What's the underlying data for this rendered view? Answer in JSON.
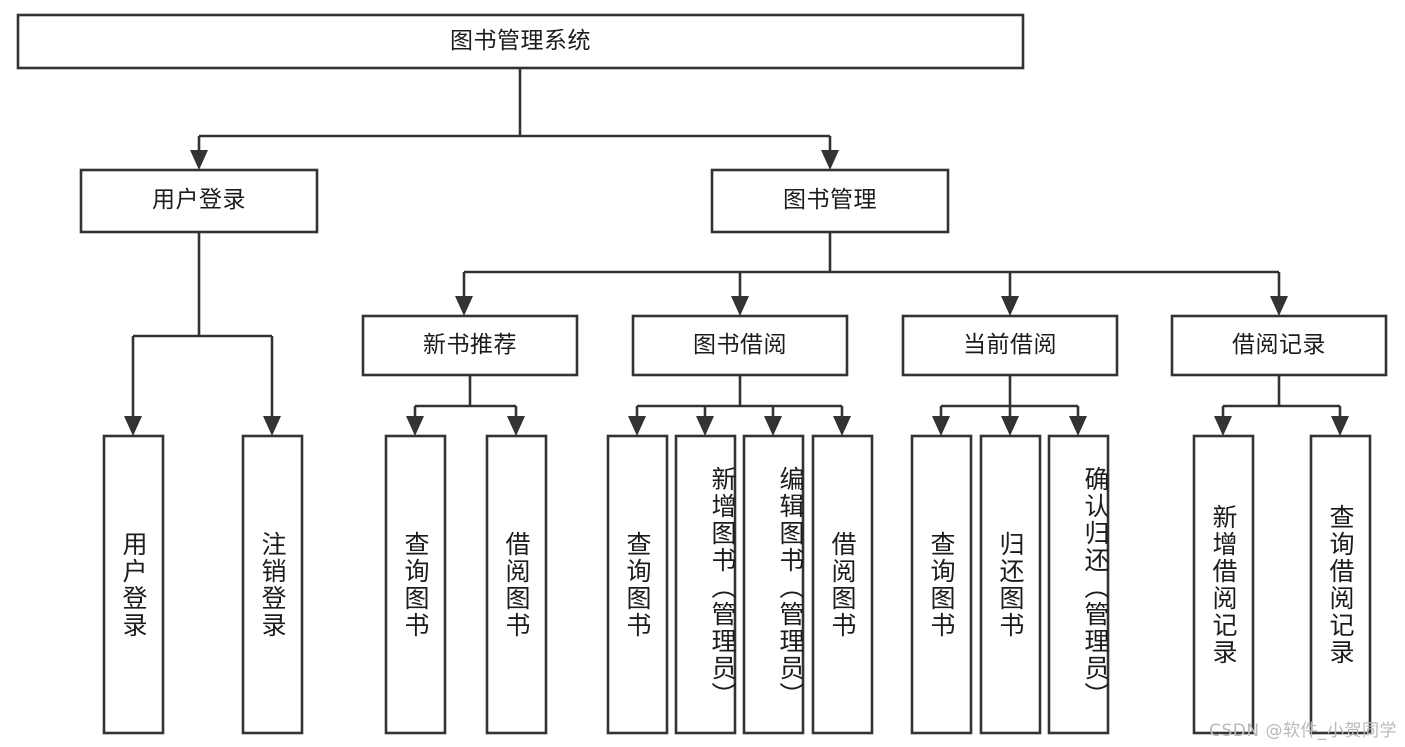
{
  "diagram": {
    "title": "图书管理系统",
    "type": "tree",
    "watermark": "CSDN @软件_小贺同学",
    "levels": {
      "root": {
        "label": "图书管理系统",
        "orientation": "horizontal"
      },
      "level2": [
        {
          "label": "用户登录",
          "orientation": "horizontal"
        },
        {
          "label": "图书管理",
          "orientation": "horizontal"
        }
      ],
      "level3": [
        {
          "label": "新书推荐",
          "orientation": "horizontal"
        },
        {
          "label": "图书借阅",
          "orientation": "horizontal"
        },
        {
          "label": "当前借阅",
          "orientation": "horizontal"
        },
        {
          "label": "借阅记录",
          "orientation": "horizontal"
        }
      ],
      "leaves": {
        "user_login": [
          {
            "label": "用户登录",
            "orientation": "vertical"
          },
          {
            "label": "注销登录",
            "orientation": "vertical"
          }
        ],
        "new_book_recommend": [
          {
            "label": "查询图书",
            "orientation": "vertical"
          },
          {
            "label": "借阅图书",
            "orientation": "vertical"
          }
        ],
        "book_borrow": [
          {
            "label": "查询图书",
            "orientation": "vertical"
          },
          {
            "label": "新增图书（管理员）",
            "orientation": "vertical"
          },
          {
            "label": "编辑图书（管理员）",
            "orientation": "vertical"
          },
          {
            "label": "借阅图书",
            "orientation": "vertical"
          }
        ],
        "current_borrow": [
          {
            "label": "查询图书",
            "orientation": "vertical"
          },
          {
            "label": "归还图书",
            "orientation": "vertical"
          },
          {
            "label": "确认归还（管理员）",
            "orientation": "vertical"
          }
        ],
        "borrow_record": [
          {
            "label": "新增借阅记录",
            "orientation": "vertical"
          },
          {
            "label": "查询借阅记录",
            "orientation": "vertical"
          }
        ]
      }
    },
    "colors": {
      "stroke": "#333333",
      "fill": "#ffffff",
      "text": "#1c1c1c",
      "watermark": "#b9b9b9"
    }
  }
}
